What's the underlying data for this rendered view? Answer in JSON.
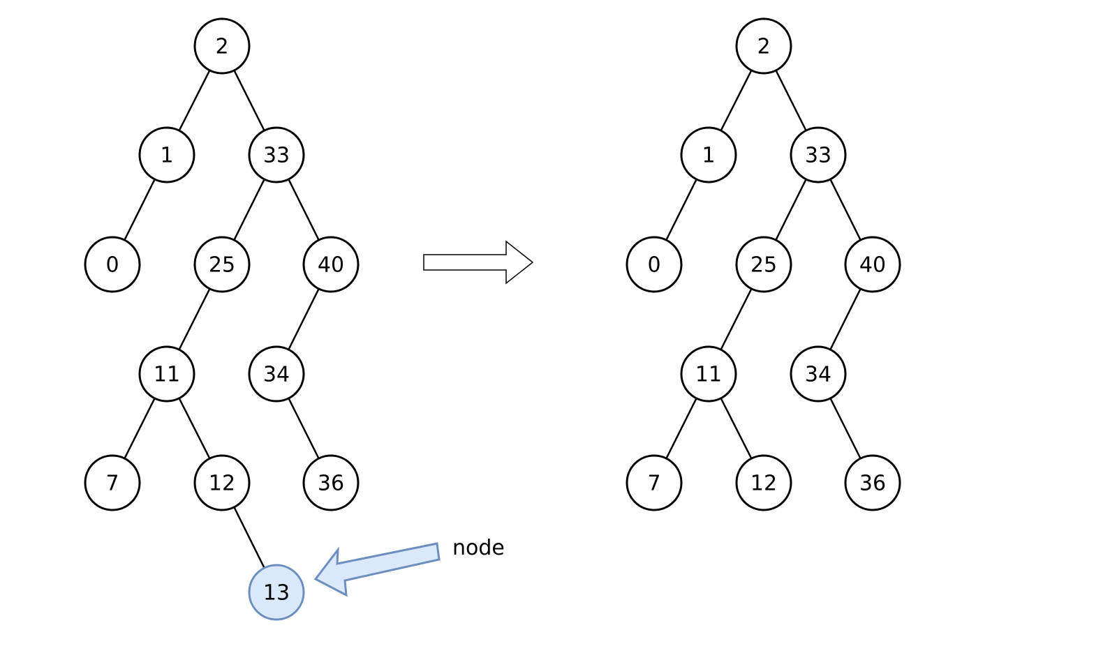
{
  "before_tree": {
    "nodes": [
      "2",
      "1",
      "33",
      "0",
      "25",
      "40",
      "11",
      "34",
      "7",
      "12",
      "36",
      "13"
    ],
    "highlighted": "13"
  },
  "after_tree": {
    "nodes": [
      "2",
      "1",
      "33",
      "0",
      "25",
      "40",
      "11",
      "34",
      "7",
      "12",
      "36"
    ]
  },
  "pointer_label": "node",
  "colors": {
    "highlight_fill": "#dae8fc",
    "highlight_stroke": "#6c8ebf"
  }
}
